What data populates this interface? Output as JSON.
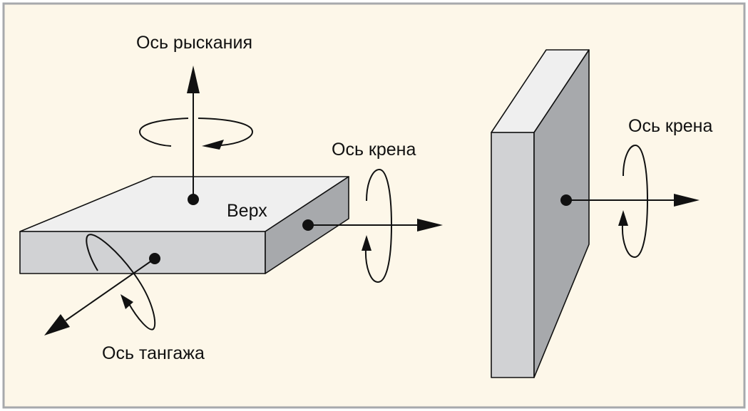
{
  "labels": {
    "yaw_axis": "Ось рыскания",
    "roll_axis_left": "Ось крена",
    "pitch_axis": "Ось тангажа",
    "top_face": "Верх",
    "roll_axis_right": "Ось крена"
  },
  "colors": {
    "background": "#fdf7e9",
    "border": "#a7a9ac",
    "top_face": "#efefef",
    "front_face": "#d1d2d4",
    "side_face": "#a7a9ac",
    "ink": "#111111"
  }
}
